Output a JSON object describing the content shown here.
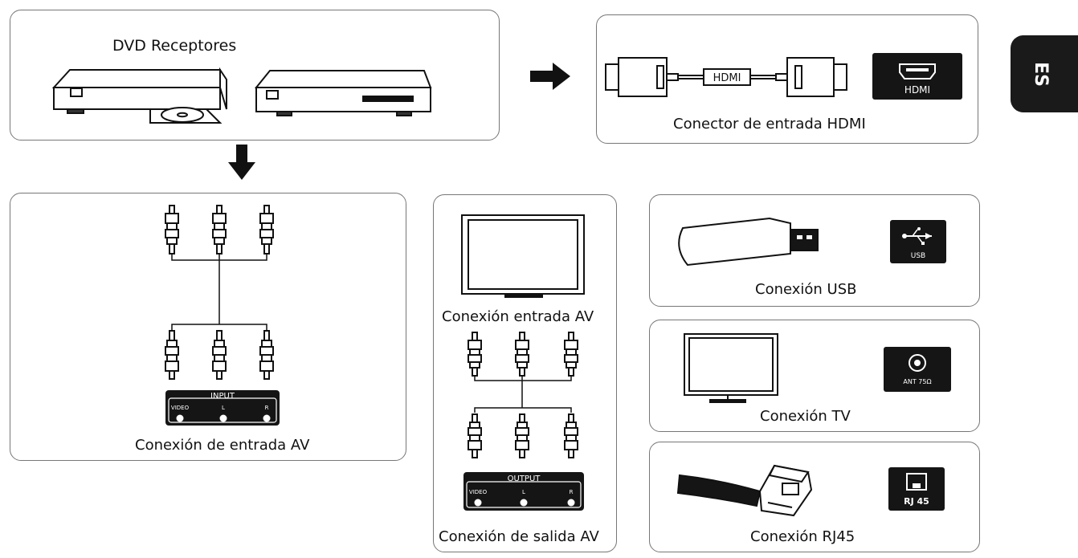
{
  "dvd_panel": {
    "title": "DVD Receptores"
  },
  "hdmi_panel": {
    "cable_label": "HDMI",
    "port_label": "HDMI",
    "caption": "Conector de entrada HDMI"
  },
  "av_input_panel": {
    "plate_title": "INPUT",
    "plate_labels": [
      "VIDEO",
      "L",
      "R"
    ],
    "caption": "Conexión de entrada AV"
  },
  "av_output_panel": {
    "tv_caption": "Conexión entrada AV",
    "plate_title": "OUTPUT",
    "plate_labels": [
      "VIDEO",
      "L",
      "R"
    ],
    "caption": "Conexión de salida AV"
  },
  "usb_panel": {
    "port_label": "USB",
    "caption": "Conexión USB"
  },
  "tv_panel": {
    "port_label": "ANT 75Ω",
    "caption": "Conexión TV"
  },
  "rj45_panel": {
    "port_label": "RJ 45",
    "caption": "Conexión RJ45"
  },
  "language_tab": {
    "label": "ES"
  }
}
